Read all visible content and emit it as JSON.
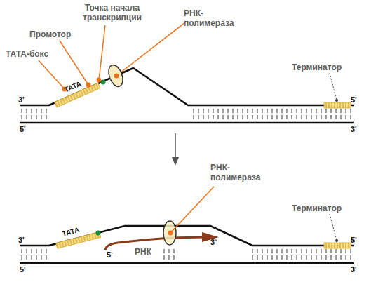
{
  "diagram": {
    "labels": [
      "Точка начала транскрипции",
      "РНК-полимераза",
      "Промотор",
      "ТАТА-бокс",
      "Терминатор",
      "ТАТА",
      "3'",
      "5'",
      "5'",
      "3'",
      "РНК-полимераза",
      "Терминатор",
      "ТАТА",
      "3`",
      "3'",
      "5'",
      "5`",
      "РНК",
      "5'",
      "3'"
    ]
  }
}
